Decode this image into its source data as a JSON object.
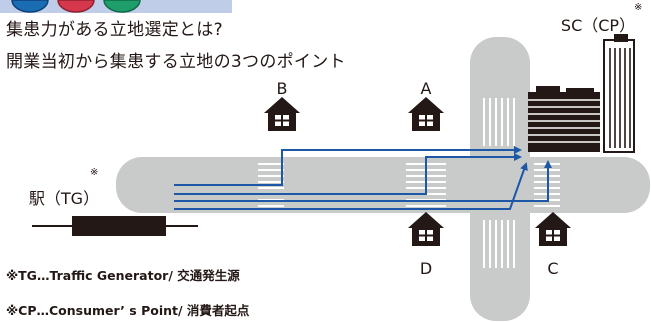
{
  "title": {
    "line1": "集患力がある立地選定とは?",
    "line2": "開業当初から集患する立地の3つのポイント"
  },
  "labels": {
    "sc": "SC（CP）",
    "station": "駅（TG）",
    "mark": "※",
    "house_a": "A",
    "house_b": "B",
    "house_c": "C",
    "house_d": "D"
  },
  "notes": {
    "tg": "※TG…Traffic Generator/ 交通発生源",
    "cp": "※CP…Consumer’ s Point/ 消費者起点"
  },
  "colors": {
    "road": "#c9caca",
    "arrow": "#1d58a6",
    "house": "#231815",
    "tab_blue": "#1b6db3",
    "tab_red": "#d5384c",
    "tab_green": "#1e9e6b",
    "header_band": "#c0cde9"
  },
  "icons": [
    "house-icon",
    "building-icon",
    "tower-icon",
    "train-icon"
  ]
}
